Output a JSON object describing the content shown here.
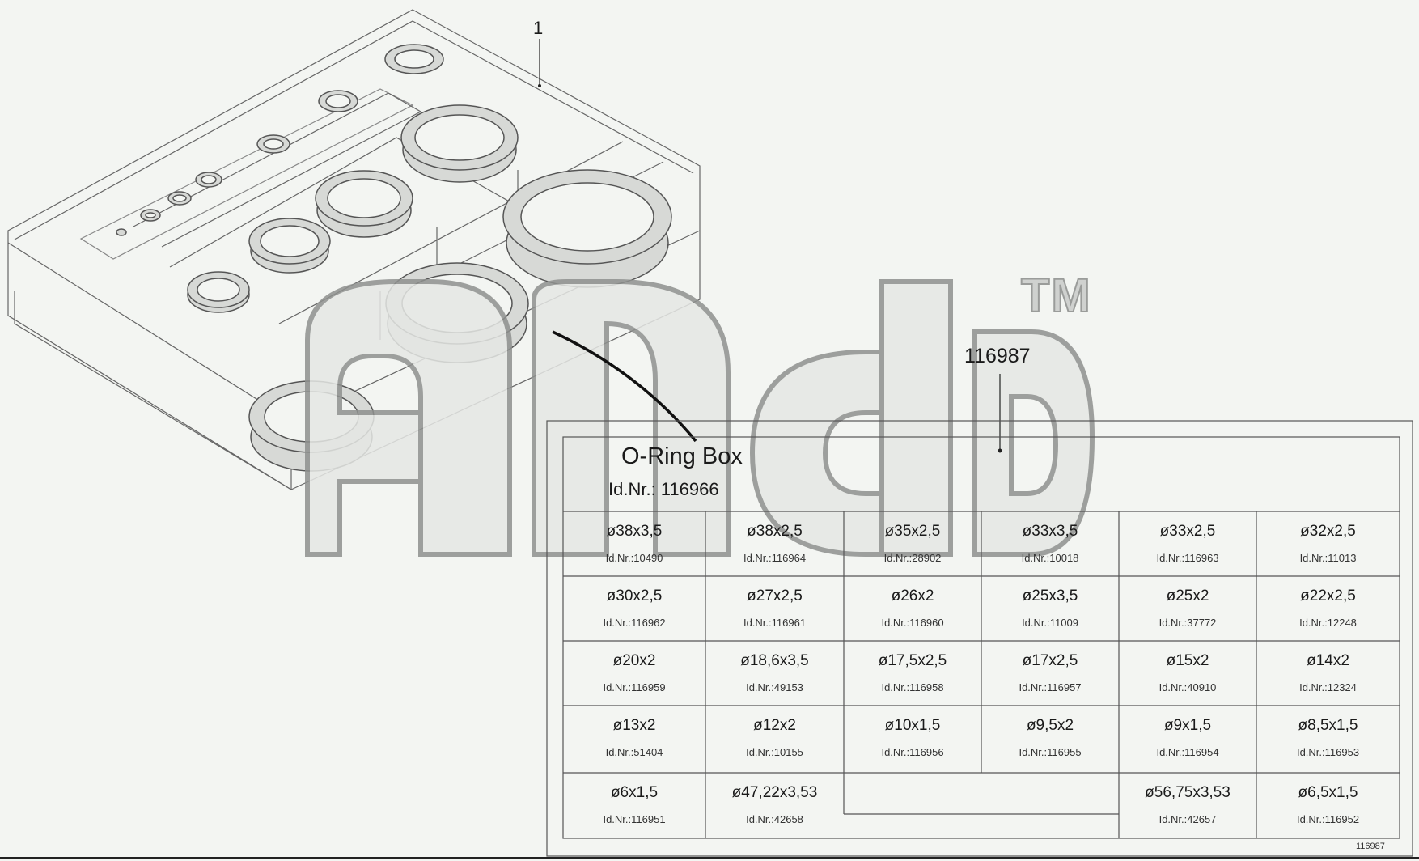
{
  "callout": {
    "number": "1"
  },
  "trademark": "TM",
  "part_reference": "116987",
  "box": {
    "title": "O-Ring Box",
    "id": "Id.Nr.: 116966"
  },
  "grid": {
    "rows": [
      [
        {
          "size": "ø38x3,5",
          "id": "Id.Nr.:10490"
        },
        {
          "size": "ø38x2,5",
          "id": "Id.Nr.:116964"
        },
        {
          "size": "ø35x2,5",
          "id": "Id.Nr.:28902"
        },
        {
          "size": "ø33x3,5",
          "id": "Id.Nr.:10018"
        },
        {
          "size": "ø33x2,5",
          "id": "Id.Nr.:116963"
        },
        {
          "size": "ø32x2,5",
          "id": "Id.Nr.:11013"
        }
      ],
      [
        {
          "size": "ø30x2,5",
          "id": "Id.Nr.:116962"
        },
        {
          "size": "ø27x2,5",
          "id": "Id.Nr.:116961"
        },
        {
          "size": "ø26x2",
          "id": "Id.Nr.:116960"
        },
        {
          "size": "ø25x3,5",
          "id": "Id.Nr.:11009"
        },
        {
          "size": "ø25x2",
          "id": "Id.Nr.:37772"
        },
        {
          "size": "ø22x2,5",
          "id": "Id.Nr.:12248"
        }
      ],
      [
        {
          "size": "ø20x2",
          "id": "Id.Nr.:116959"
        },
        {
          "size": "ø18,6x3,5",
          "id": "Id.Nr.:49153"
        },
        {
          "size": "ø17,5x2,5",
          "id": "Id.Nr.:116958"
        },
        {
          "size": "ø17x2,5",
          "id": "Id.Nr.:116957"
        },
        {
          "size": "ø15x2",
          "id": "Id.Nr.:40910"
        },
        {
          "size": "ø14x2",
          "id": "Id.Nr.:12324"
        }
      ],
      [
        {
          "size": "ø13x2",
          "id": "Id.Nr.:51404"
        },
        {
          "size": "ø12x2",
          "id": "Id.Nr.:10155"
        },
        {
          "size": "ø10x1,5",
          "id": "Id.Nr.:116956"
        },
        {
          "size": "ø9,5x2",
          "id": "Id.Nr.:116955"
        },
        {
          "size": "ø9x1,5",
          "id": "Id.Nr.:116954"
        },
        {
          "size": "ø8,5x1,5",
          "id": "Id.Nr.:116953"
        }
      ],
      [
        {
          "size": "ø6x1,5",
          "id": "Id.Nr.:116951"
        },
        {
          "size": "ø47,22x3,53",
          "id": "Id.Nr.:42658"
        },
        {
          "size": "ø56,75x3,53",
          "id": "Id.Nr.:42657"
        },
        {
          "size": "ø6,5x1,5",
          "id": "Id.Nr.:116952"
        }
      ]
    ]
  },
  "figure_number": "116987"
}
